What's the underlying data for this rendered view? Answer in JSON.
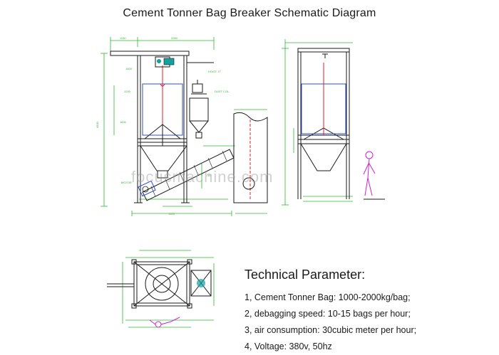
{
  "title": "Cement Tonner Bag Breaker Schematic Diagram",
  "watermark": "focusmachine.com",
  "technical": {
    "heading": "Technical Parameter:",
    "items": [
      "1, Cement Tonner Bag: 1000-2000kg/bag;",
      "2, debagging speed: 10-15 bags per hour;",
      "3, air consumption: 30cubic meter per hour;",
      "4, Voltage: 380v, 50hz"
    ]
  },
  "colors": {
    "line": "#1a1a1a",
    "frame_green": "#2eb82e",
    "blue": "#2b4cd6",
    "red": "#e0202a",
    "magenta": "#d21fd2",
    "accent_teal": "#14a0a0"
  },
  "icons": [
    "hoist-icon",
    "worker-figure-icon",
    "dust-collector-icon",
    "screw-conveyor-icon"
  ]
}
